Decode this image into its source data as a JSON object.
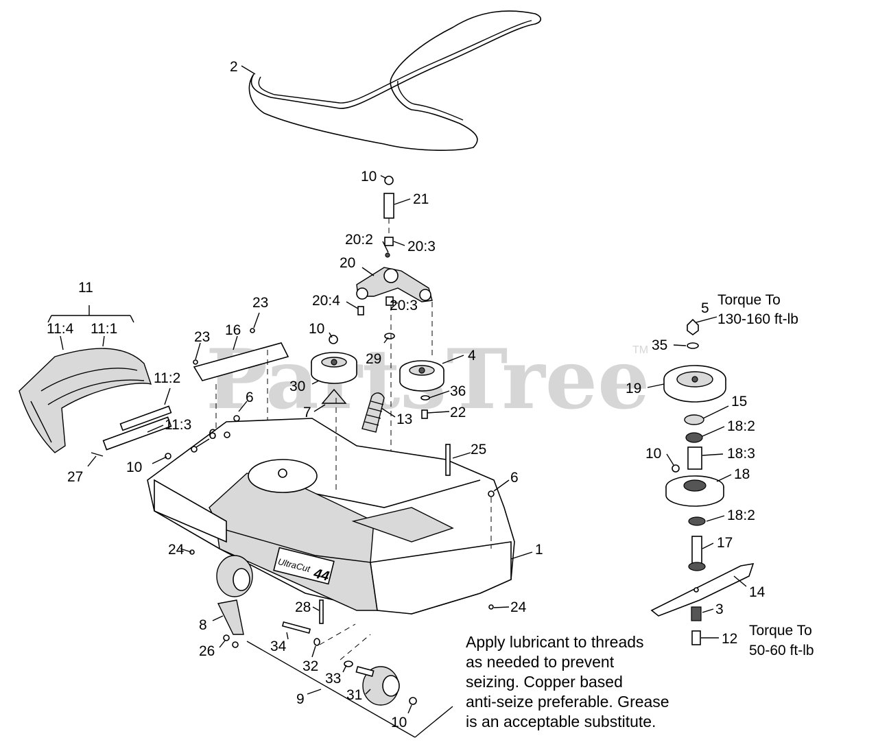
{
  "watermark": {
    "text": "PartsTree",
    "tm": "TM"
  },
  "callouts": [
    {
      "id": "c2",
      "label": "2"
    },
    {
      "id": "c10a",
      "label": "10"
    },
    {
      "id": "c21",
      "label": "21"
    },
    {
      "id": "c20_2",
      "label": "20:2"
    },
    {
      "id": "c20_3a",
      "label": "20:3"
    },
    {
      "id": "c20",
      "label": "20"
    },
    {
      "id": "c20_4",
      "label": "20:4"
    },
    {
      "id": "c20_3b",
      "label": "20:3"
    },
    {
      "id": "c10b",
      "label": "10"
    },
    {
      "id": "c29",
      "label": "29"
    },
    {
      "id": "c4",
      "label": "4"
    },
    {
      "id": "c30",
      "label": "30"
    },
    {
      "id": "c36",
      "label": "36"
    },
    {
      "id": "c7",
      "label": "7"
    },
    {
      "id": "c13",
      "label": "13"
    },
    {
      "id": "c22",
      "label": "22"
    },
    {
      "id": "c11",
      "label": "11"
    },
    {
      "id": "c11_4",
      "label": "11:4"
    },
    {
      "id": "c11_1",
      "label": "11:1"
    },
    {
      "id": "c23a",
      "label": "23"
    },
    {
      "id": "c23b",
      "label": "23"
    },
    {
      "id": "c16",
      "label": "16"
    },
    {
      "id": "c11_2",
      "label": "11:2"
    },
    {
      "id": "c6a",
      "label": "6"
    },
    {
      "id": "c11_3",
      "label": "11:3"
    },
    {
      "id": "c6b",
      "label": "6"
    },
    {
      "id": "c10c",
      "label": "10"
    },
    {
      "id": "c27",
      "label": "27"
    },
    {
      "id": "c25",
      "label": "25"
    },
    {
      "id": "c6c",
      "label": "6"
    },
    {
      "id": "c1",
      "label": "1"
    },
    {
      "id": "c24a",
      "label": "24"
    },
    {
      "id": "c24b",
      "label": "24"
    },
    {
      "id": "c28",
      "label": "28"
    },
    {
      "id": "c8",
      "label": "8"
    },
    {
      "id": "c34",
      "label": "34"
    },
    {
      "id": "c26",
      "label": "26"
    },
    {
      "id": "c32",
      "label": "32"
    },
    {
      "id": "c33",
      "label": "33"
    },
    {
      "id": "c31",
      "label": "31"
    },
    {
      "id": "c9",
      "label": "9"
    },
    {
      "id": "c10d",
      "label": "10"
    },
    {
      "id": "c5",
      "label": "5"
    },
    {
      "id": "c35",
      "label": "35"
    },
    {
      "id": "c19",
      "label": "19"
    },
    {
      "id": "c15",
      "label": "15"
    },
    {
      "id": "c18_2a",
      "label": "18:2"
    },
    {
      "id": "c10e",
      "label": "10"
    },
    {
      "id": "c18_3",
      "label": "18:3"
    },
    {
      "id": "c18",
      "label": "18"
    },
    {
      "id": "c18_2b",
      "label": "18:2"
    },
    {
      "id": "c17",
      "label": "17"
    },
    {
      "id": "c14",
      "label": "14"
    },
    {
      "id": "c3",
      "label": "3"
    },
    {
      "id": "c12",
      "label": "12"
    }
  ],
  "torque_notes": {
    "top": {
      "line1": "Torque To",
      "line2": "130-160 ft-lb"
    },
    "bottom": {
      "line1": "Torque To",
      "line2": "50-60 ft-lb"
    }
  },
  "lubricant_note": [
    "Apply lubricant to threads",
    "as needed to prevent",
    "seizing. Copper based",
    "anti-seize preferable. Grease",
    "is an acceptable substitute."
  ],
  "deck_badge": {
    "brand": "UltraCut",
    "size": "44"
  }
}
